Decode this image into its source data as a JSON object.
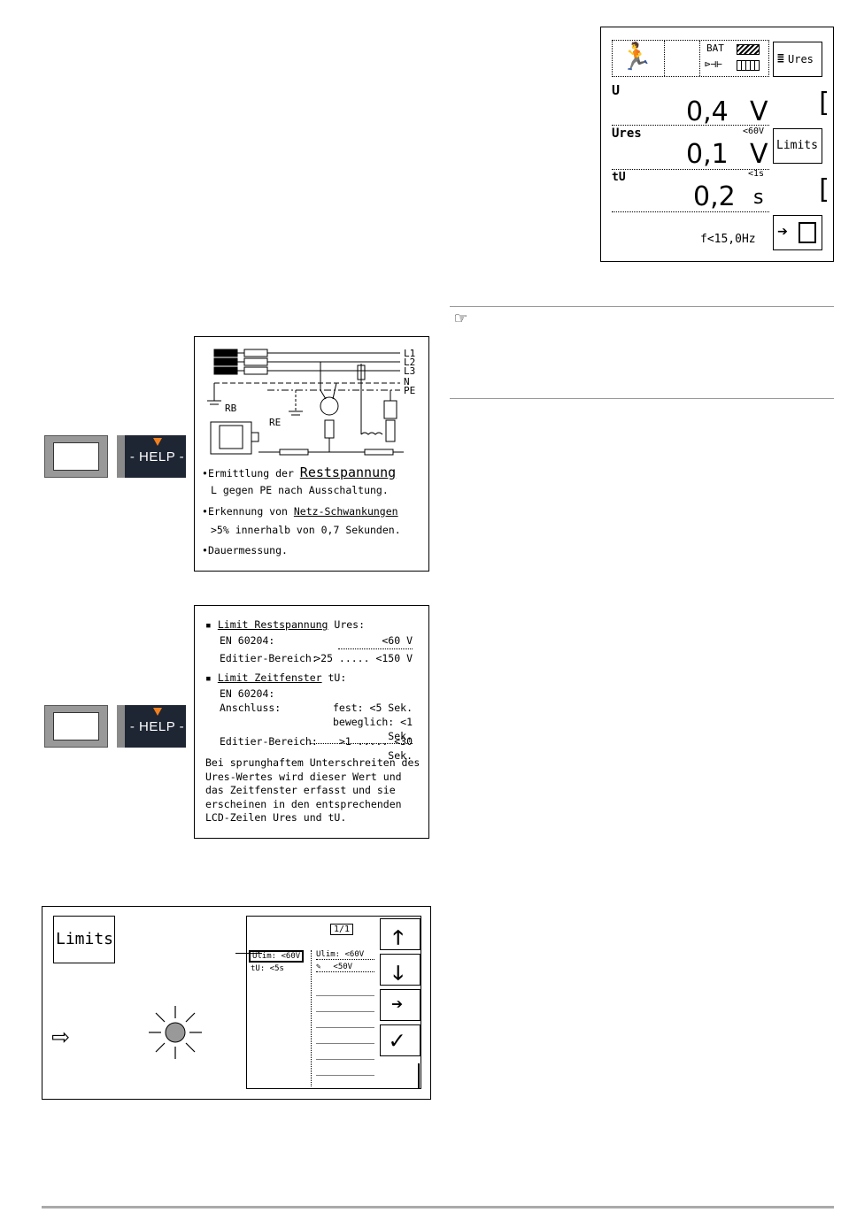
{
  "device": {
    "bat_label": "BAT",
    "button_mode": "Ures",
    "button_limits": "Limits",
    "rows": [
      {
        "label": "U",
        "value": "0,4",
        "unit": "V",
        "limit": ""
      },
      {
        "label": "Ures",
        "value": "0,1",
        "unit": "V",
        "limit": "<60V"
      },
      {
        "label": "tU",
        "value": "0,2",
        "unit": "s",
        "limit": "<1s"
      }
    ],
    "frequency": "f<15,0Hz"
  },
  "help1": {
    "key_label": "HELP",
    "diagram": {
      "l1": "L1",
      "l2": "L2",
      "l3": "L3",
      "n": "N",
      "pe": "PE",
      "rb": "RB",
      "re": "RE"
    },
    "b1_pre": "Ermittlung der ",
    "b1_word": "Restspannung",
    "b1_line2": "L gegen PE nach Ausschaltung.",
    "b2_pre": "Erkennung von ",
    "b2_word": "Netz-Schwankungen",
    "b2_line2": ">5%  innerhalb von 0,7 Sekunden.",
    "b3": "Dauermessung."
  },
  "help2": {
    "key_label": "HELP",
    "s1_title": "Limit Restspannung",
    "s1_sym": " Ures:",
    "s1_norm": "EN 60204:",
    "s1_norm_val": "<60 V",
    "s1_edit": "Editier-Bereich:",
    "s1_edit_val": ">25 ..... <150 V",
    "s2_title": "Limit Zeitfenster",
    "s2_sym": " tU:",
    "s2_norm": "EN 60204:",
    "s2_conn": "Anschluss:",
    "s2_fixed": "fest: <5 Sek.",
    "s2_mobile": "beweglich: <1 Sek.",
    "s2_edit": "Editier-Bereich:",
    "s2_edit_val": ">1 ..... <30 Sek.",
    "p1": "Bei sprunghaftem Unterschreiten des",
    "p2": "Ures-Wertes wird dieser Wert und",
    "p3": "das Zeitfenster erfasst und sie",
    "p4": "erscheinen in den entsprechenden",
    "p5": "LCD-Zeilen Ures und tU."
  },
  "limits_screen": {
    "button": "Limits",
    "page": "1/1",
    "left_item1": "Ulim: <60V",
    "left_item2": "tU:  <5s",
    "right_item1": "Ulim: <60V",
    "right_item2": "<50V"
  }
}
